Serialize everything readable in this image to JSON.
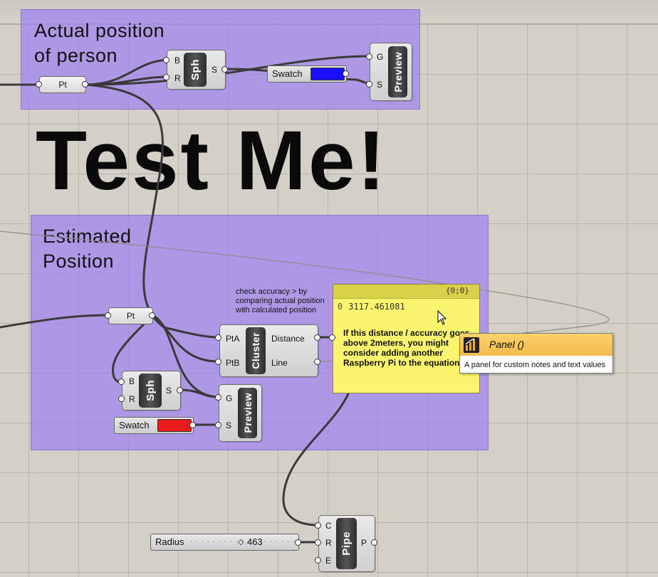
{
  "canvas": {
    "background": "#d4d0c8",
    "group_color": "#a082f0"
  },
  "groups": {
    "actual": {
      "title": "Actual position\n of person"
    },
    "estimated": {
      "title": "Estimated\nPosition"
    }
  },
  "big_text": "Test Me!",
  "components": {
    "pt_top": {
      "label": "Pt"
    },
    "sph_top": {
      "label": "Sph",
      "inputs": [
        "B",
        "R"
      ],
      "output": "S"
    },
    "swatch_top": {
      "label": "Swatch",
      "color": "#1a10ff"
    },
    "preview_top": {
      "label": "Preview",
      "inputs": [
        "G",
        "S"
      ]
    },
    "pt_mid": {
      "label": "Pt"
    },
    "cluster": {
      "label": "Cluster",
      "inputs": [
        "PtA",
        "PtB"
      ],
      "outputs": [
        "Distance",
        "Line"
      ]
    },
    "sph_mid": {
      "label": "Sph",
      "inputs": [
        "B",
        "R"
      ],
      "output": "S"
    },
    "preview_mid": {
      "label": "Preview",
      "inputs": [
        "G",
        "S"
      ]
    },
    "swatch_mid": {
      "label": "Swatch",
      "color": "#e81a1a"
    },
    "pipe": {
      "label": "Pipe",
      "inputs": [
        "C",
        "R",
        "E"
      ],
      "output": "P"
    },
    "radius_slider": {
      "label": "Radius",
      "value": "463"
    }
  },
  "note": "check accuracy > by comparing actual position with calculated position",
  "panel": {
    "path": "{0;0}",
    "index": "0",
    "value": "3117.461081",
    "text": "If this distance / accuracy goes above 2meters, you might consider adding another Raspberry Pi to the equation"
  },
  "tooltip": {
    "title": "Panel ()",
    "description": "A panel for custom notes and text values",
    "icon": "panel-icon"
  }
}
